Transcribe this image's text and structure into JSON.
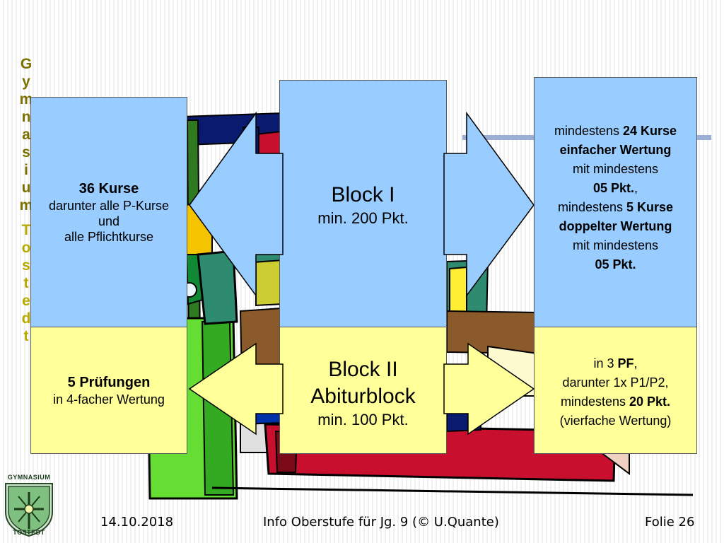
{
  "sidebar_title": {
    "word1": [
      "G",
      "y",
      "m",
      "n",
      "a",
      "s",
      "i",
      "u",
      "m"
    ],
    "word2": [
      "T",
      "o",
      "s",
      "t",
      "e",
      "d",
      "t"
    ]
  },
  "left_block": {
    "top": {
      "heading": "36 Kurse",
      "line1": "darunter alle P-Kurse",
      "line2": "und",
      "line3": "alle Pflichtkurse"
    },
    "bottom": {
      "heading": "5 Prüfungen",
      "line1": "in 4-facher Wertung"
    }
  },
  "center_block": {
    "top": {
      "title": "Block I",
      "sub": "min. 200 Pkt."
    },
    "bottom": {
      "title1": "Block II",
      "title2": "Abiturblock",
      "sub": "min. 100 Pkt."
    }
  },
  "right_block": {
    "top": {
      "l1a": "mindestens ",
      "l1b": "24 Kurse",
      "l2": "einfacher Wertung",
      "l3": "mit mindestens",
      "l4a": "05 Pkt.",
      "l4b": ",",
      "l5a": "mindestens ",
      "l5b": "5 Kurse",
      "l6": "doppelter Wertung",
      "l7": "mit mindestens",
      "l8": "05 Pkt."
    },
    "bottom": {
      "l1a": "in 3 ",
      "l1b": "PF",
      "l1c": ",",
      "l2": "darunter 1x P1/P2,",
      "l3a": "mindestens ",
      "l3b": "20 Pkt.",
      "l4": "(vierfache Wertung)"
    }
  },
  "logo": {
    "top": "GYMNASIUM",
    "bottom": "TOSTEDT"
  },
  "footer": {
    "date": "14.10.2018",
    "center": "Info Oberstufe für Jg. 9 (© U.Quante)",
    "slide": "Folie 26"
  },
  "colors": {
    "blue_box": "#99ccff",
    "yellow_box": "#ffff99",
    "title_text": "#7a7000"
  }
}
